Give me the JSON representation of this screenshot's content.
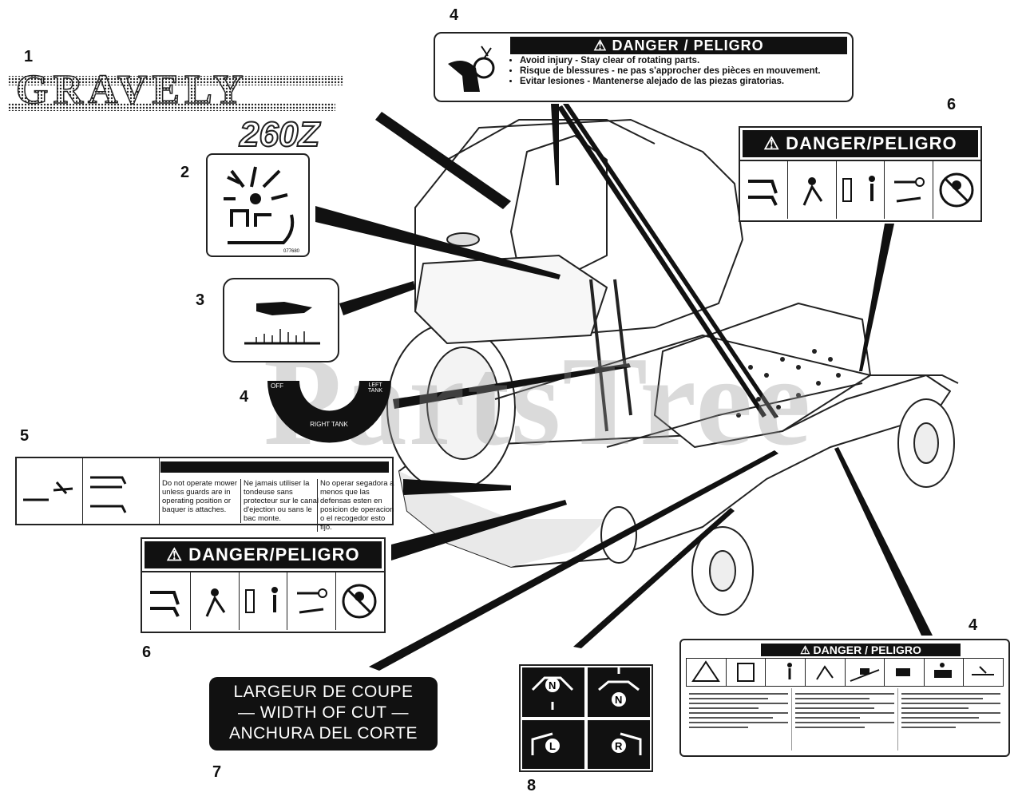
{
  "callouts": [
    {
      "number": "1"
    },
    {
      "number": "2"
    },
    {
      "number": "3"
    },
    {
      "number": "4"
    },
    {
      "number": "4"
    },
    {
      "number": "4"
    },
    {
      "number": "5"
    },
    {
      "number": "6"
    },
    {
      "number": "6"
    },
    {
      "number": "7"
    },
    {
      "number": "8"
    }
  ],
  "logo": {
    "brand": "GRAVELY",
    "model": "260Z"
  },
  "decal_2_code": "077680",
  "fuel_decal": {
    "off": "OFF",
    "left_tank": "LEFT TANK",
    "right_tank": "RIGHT TANK"
  },
  "rotating_parts_decal": {
    "header": "⚠ DANGER / PELIGRO",
    "lines": [
      "Avoid injury - Stay clear of rotating parts.",
      "Risque de blessures - ne pas s'approcher des pièces en mouvement.",
      "Evitar lesiones - Mantenerse alejado de las piezas giratorias."
    ]
  },
  "danger_icons_decal": {
    "header": "⚠ DANGER/PELIGRO"
  },
  "discharge_decal": {
    "columns": [
      "Do not operate mower unless guards are in operating position or baquer is attaches.",
      "Ne jamais utiliser la tondeuse sans protecteur sur le canal d'ejection ou sans le bac monte.",
      "No operar segadora a menos que las defensas esten en posicion de operacion o el recogedor esto fijo."
    ]
  },
  "width_of_cut_decal": {
    "lines": [
      "LARGEUR DE COUPE",
      "— WIDTH OF CUT —",
      "ANCHURA DEL CORTE"
    ]
  },
  "steering_decal": {
    "neutral_label": "N",
    "left_label": "L",
    "right_label": "R"
  },
  "operator_decal": {
    "header": "⚠ DANGER / PELIGRO"
  },
  "watermark": "PartsTree"
}
